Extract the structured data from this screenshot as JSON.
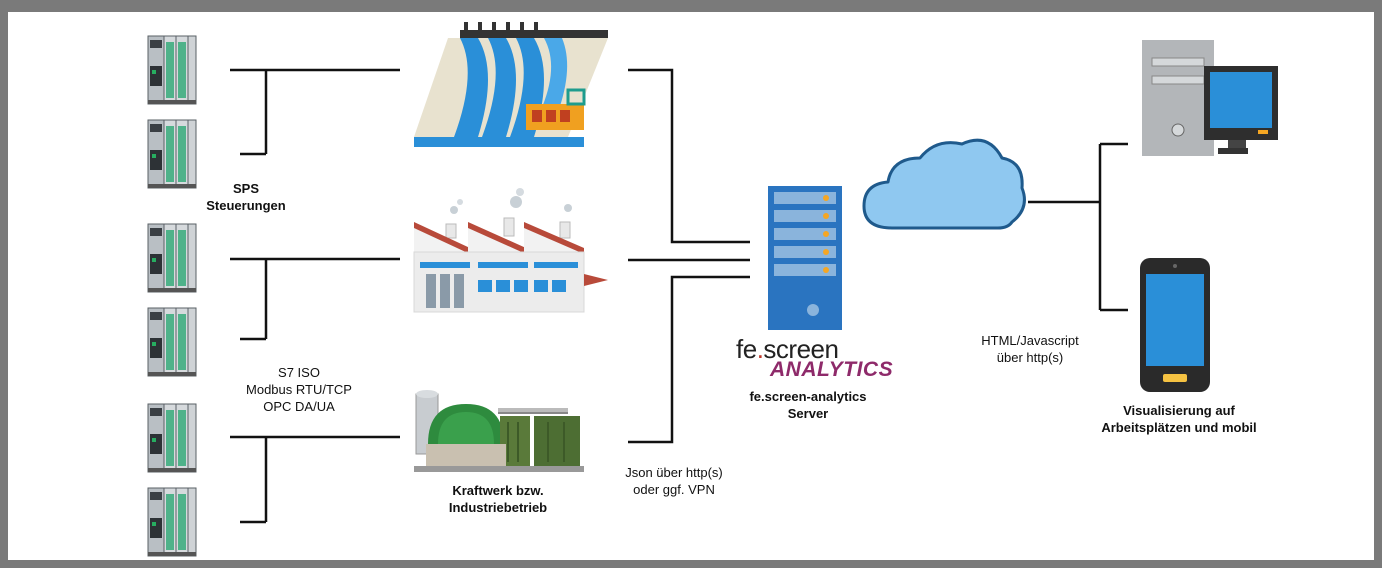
{
  "labels": {
    "sps_line1": "SPS",
    "sps_line2": "Steuerungen",
    "protocols_line1": "S7 ISO",
    "protocols_line2": "Modbus RTU/TCP",
    "protocols_line3": "OPC DA/UA",
    "plant_line1": "Kraftwerk bzw.",
    "plant_line2": "Industriebetrieb",
    "json_line1": "Json über http(s)",
    "json_line2": "oder ggf. VPN",
    "server_line1": "fe.screen-analytics",
    "server_line2": "Server",
    "html_line1": "HTML/Javascript",
    "html_line2": "über http(s)",
    "visual_line1": "Visualisierung auf",
    "visual_line2": "Arbeitsplätzen und mobil"
  },
  "logo": {
    "top_prefix": "fe",
    "top_dot": ".",
    "top_suffix": "screen",
    "bottom": "ANALYTICS"
  },
  "icons": [
    "plc-icon",
    "hydro-dam-icon",
    "factory-icon",
    "biogas-plant-icon",
    "server-icon",
    "cloud-icon",
    "desktop-computer-icon",
    "smartphone-icon"
  ],
  "colors": {
    "accent_blue": "#2a8fd8",
    "cloud_blue": "#8fc8f0",
    "server_blue": "#2a74c0",
    "logo_purple": "#8e2a6a",
    "logo_dot_red": "#c0392b",
    "line_color": "#111111"
  }
}
